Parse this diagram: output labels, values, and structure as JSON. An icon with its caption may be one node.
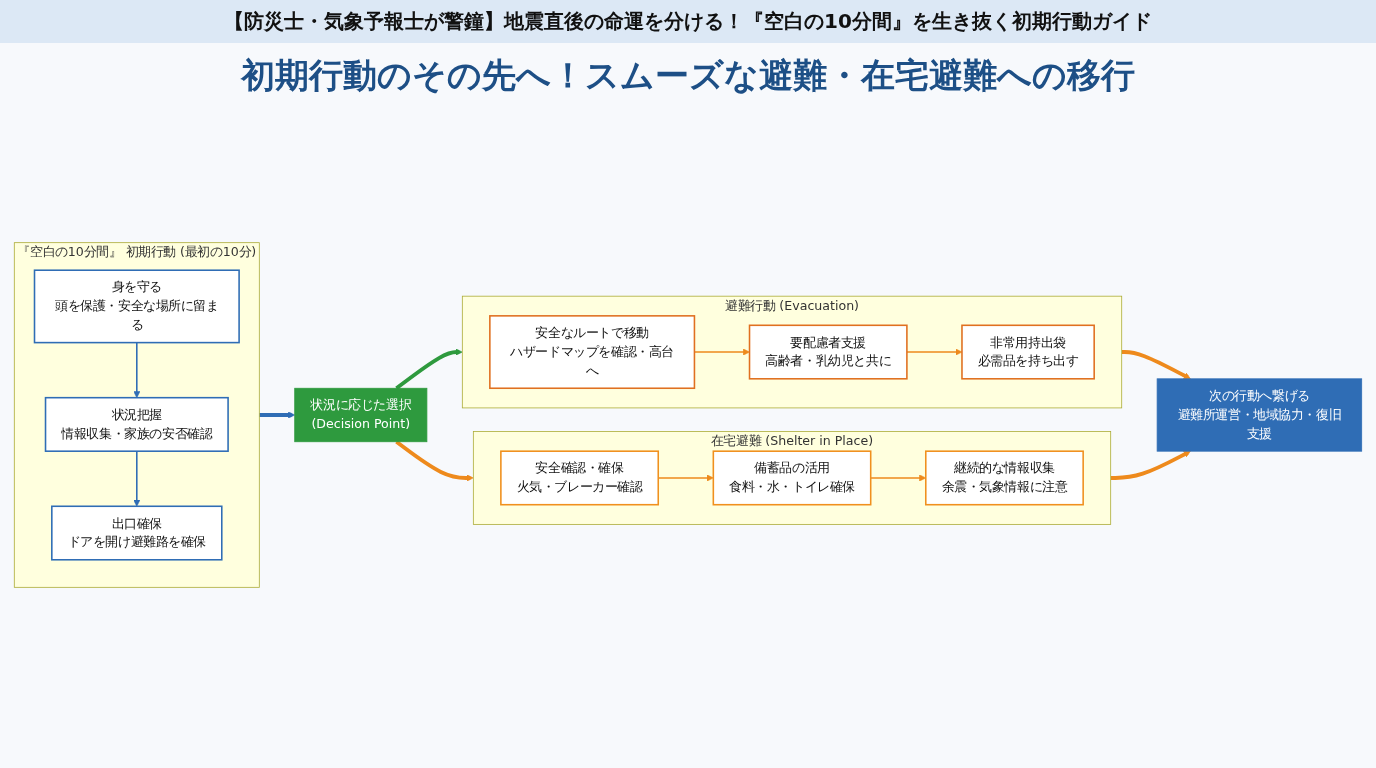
{
  "diagram": {
    "title": "【防災士・気象予報士が警鐘】地震直後の命運を分ける！『空白の10分間』を生き抜く初期行動ガイド",
    "nodes": [
      {
        "text": [
          "『空白の10分間』 初期行動 (最初の10分)"
        ]
      },
      {
        "text": [
          "身を守る",
          "頭を保護・安全な場所に留まる"
        ],
        "in": 0
      },
      {
        "text": [
          "状況把握",
          "情報収集・家族の安否確認"
        ],
        "in": 0
      },
      {
        "text": [
          "出口確保",
          "ドアを開け避難路を確保"
        ],
        "in": 0
      },
      {
        "text": [
          "状況に応じた選択",
          "(Decision Point)"
        ]
      },
      {
        "text": [
          "避難行動 (Evacuation)"
        ]
      },
      {
        "text": [
          "安全なルートで移動",
          "ハザードマップを確認・高台へ"
        ],
        "in": 5
      },
      {
        "text": [
          "要配慮者支援",
          "高齢者・乳幼児と共に"
        ],
        "in": 5
      },
      {
        "text": [
          "非常用持出袋",
          "必需品を持ち出す"
        ],
        "in": 5
      },
      {
        "text": [
          "在宅避難 (Shelter in Place)"
        ]
      },
      {
        "text": [
          "安全確認・確保",
          "火気・ブレーカー確認"
        ],
        "in": 9
      },
      {
        "text": [
          "備蓄品の活用",
          "食料・水・トイレ確保"
        ],
        "in": 9
      },
      {
        "text": [
          "継続的な情報収集",
          "余震・気象情報に注意"
        ],
        "in": 9
      },
      {
        "text": [
          "次の行動へ繋げる",
          "避難所運営・地域協力・復旧支援"
        ]
      }
    ],
    "edges": [
      {
        "from": 1,
        "to": 2,
        "arrow": "to",
        "color": "#2f6db5"
      },
      {
        "from": 2,
        "to": 3,
        "arrow": "to",
        "color": "#2f6db5"
      },
      {
        "from": 0,
        "to": 4,
        "arrow": "to",
        "style": "thick",
        "color": "#2f6db5"
      },
      {
        "from": 4,
        "to": 5,
        "arrow": "to",
        "style": "thick",
        "color": "#2e9a3e"
      },
      {
        "from": 4,
        "to": 9,
        "arrow": "to",
        "style": "thick"
      },
      {
        "from": 6,
        "to": 7,
        "arrow": "to"
      },
      {
        "from": 7,
        "to": 8,
        "arrow": "to"
      },
      {
        "from": 10,
        "to": 11,
        "arrow": "to"
      },
      {
        "from": 11,
        "to": 12,
        "arrow": "to"
      },
      {
        "from": 5,
        "to": 13,
        "arrow": "to",
        "style": "thick"
      },
      {
        "from": 9,
        "to": 13,
        "arrow": "to",
        "style": "thick"
      }
    ],
    "labels": [
      "初期行動のその先へ！スムーズな避難・在宅避難への移行"
    ]
  }
}
